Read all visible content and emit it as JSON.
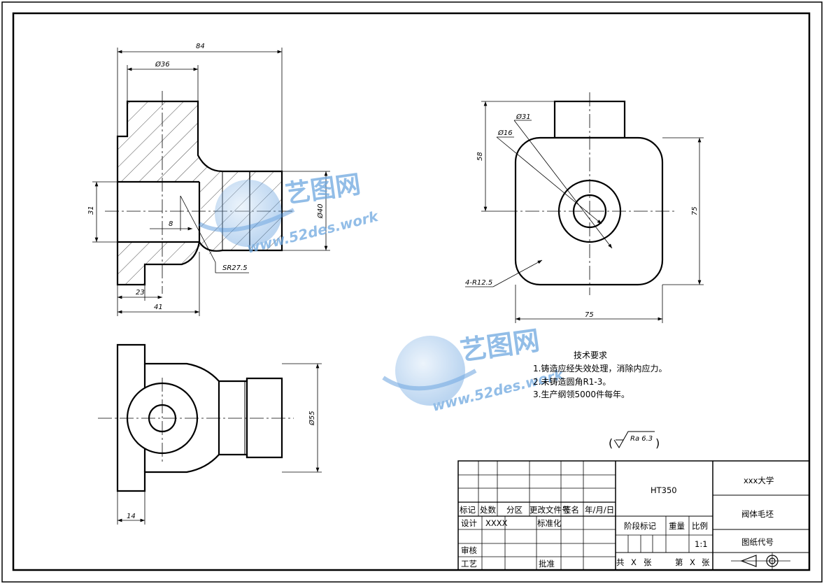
{
  "dimensions": {
    "d84": "84",
    "d36": "Ø36",
    "d31v": "31",
    "d8": "8",
    "d40": "Ø40",
    "sr": "SR27.5",
    "d23": "23",
    "d41": "41",
    "d58": "58",
    "dphi31": "Ø31",
    "dphi16": "Ø16",
    "d75v": "75",
    "d75h": "75",
    "r125": "4-R12.5",
    "d55": "Ø55",
    "d14": "14"
  },
  "tech_requirements": {
    "title": "技术要求",
    "items": [
      "1.铸造应经失效处理，消除内应力。",
      "2.未铸造圆角R1-3。",
      "3.生产纲领5000件每年。"
    ]
  },
  "roughness": {
    "open": "(",
    "value": "Ra 6.3",
    "close": ")"
  },
  "title_block": {
    "biaoji": "标记",
    "chushu": "处数",
    "fenqu": "分区",
    "gengwen": "更改文件号",
    "qianming": "签名",
    "date": "年/月/日",
    "sheji": "设计",
    "xxxx": "XXXX",
    "biaozhun": "标准化",
    "shenhe": "审核",
    "gongyi": "工艺",
    "pizhun": "批准",
    "material": "HT350",
    "jieduan": "阶段标记",
    "zhongliang": "重量",
    "bili": "比例",
    "scale": "1:1",
    "gong": "共",
    "x1": "X",
    "zhang1": "张",
    "di": "第",
    "x2": "X",
    "zhang2": "张",
    "school": "xxx大学",
    "part": "阀体毛坯",
    "tuzhi": "图纸代号"
  },
  "watermark": {
    "brand": "艺图网",
    "url": "www.52des.work"
  }
}
